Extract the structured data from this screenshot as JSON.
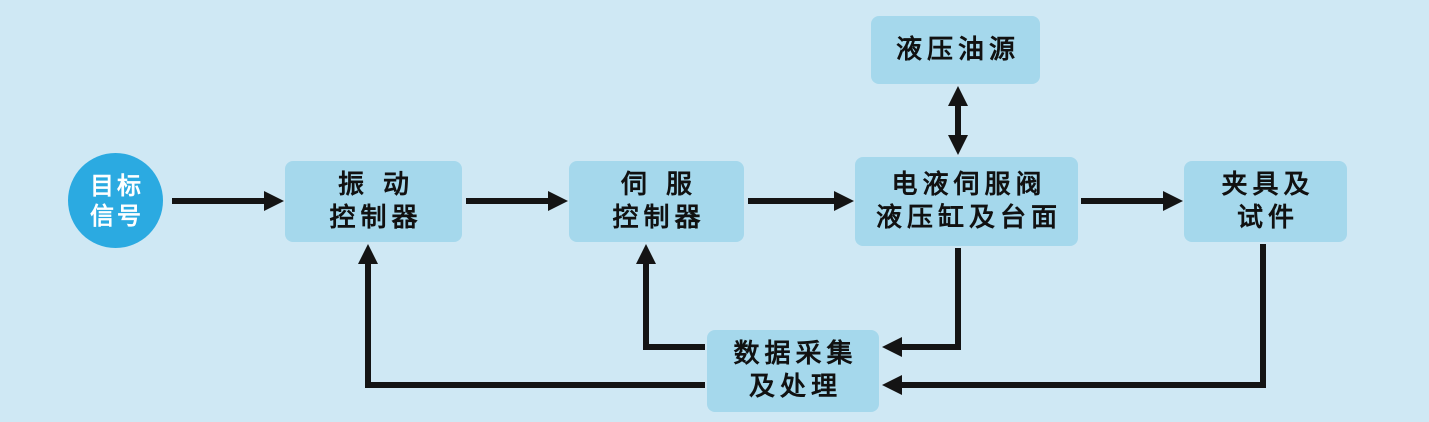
{
  "diagram": {
    "title": "vibration-test-system-flow-diagram",
    "colors": {
      "background": "#cfe8f4",
      "box_fill": "#a5d8ec",
      "circle_fill": "#2baae1",
      "arrow": "#141414",
      "text": "#111111",
      "circle_text": "#ffffff"
    },
    "nodes": {
      "target_signal": {
        "line1": "目标",
        "line2": "信号"
      },
      "vibration_controller": {
        "line1": "振 动",
        "line2": "控制器"
      },
      "servo_controller": {
        "line1": "伺 服",
        "line2": "控制器"
      },
      "servo_valve_cylinder_table": {
        "line1": "电液伺服阀",
        "line2": "液压缸及台面"
      },
      "fixture_specimen": {
        "line1": "夹具及",
        "line2": "试件"
      },
      "hydraulic_oil_source": {
        "line1": "液压油源"
      },
      "data_acquisition_processing": {
        "line1": "数据采集",
        "line2": "及处理"
      }
    },
    "connections": [
      "target_signal -> vibration_controller",
      "vibration_controller -> servo_controller",
      "servo_controller -> servo_valve_cylinder_table",
      "servo_valve_cylinder_table -> fixture_specimen",
      "hydraulic_oil_source <-> servo_valve_cylinder_table",
      "servo_valve_cylinder_table -> data_acquisition_processing",
      "fixture_specimen -> data_acquisition_processing",
      "data_acquisition_processing -> servo_controller",
      "data_acquisition_processing -> vibration_controller"
    ]
  }
}
